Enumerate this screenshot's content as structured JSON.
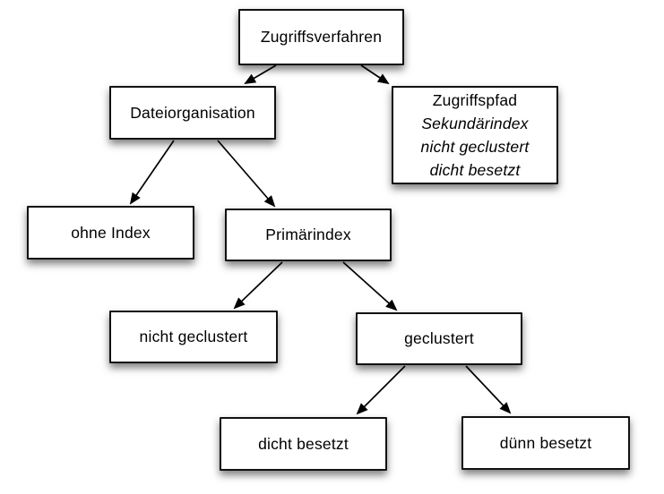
{
  "diagram": {
    "type": "tree",
    "language": "de",
    "nodes": {
      "zugriffsverfahren": {
        "label": "Zugriffsverfahren"
      },
      "dateiorganisation": {
        "label": "Dateiorganisation"
      },
      "zugriffspfad": {
        "line1": "Zugriffspfad",
        "line2": "Sekundärindex",
        "line3": "nicht geclustert",
        "line4": "dicht besetzt"
      },
      "ohne_index": {
        "label": "ohne Index"
      },
      "primaerindex": {
        "label": "Primärindex"
      },
      "nicht_geclustert": {
        "label": "nicht geclustert"
      },
      "geclustert": {
        "label": "geclustert"
      },
      "dicht_besetzt": {
        "label": "dicht besetzt"
      },
      "duenn_besetzt": {
        "label": "dünn besetzt"
      }
    },
    "edges": [
      {
        "from": "zugriffsverfahren",
        "to": "dateiorganisation"
      },
      {
        "from": "zugriffsverfahren",
        "to": "zugriffspfad"
      },
      {
        "from": "dateiorganisation",
        "to": "ohne_index"
      },
      {
        "from": "dateiorganisation",
        "to": "primaerindex"
      },
      {
        "from": "primaerindex",
        "to": "nicht_geclustert"
      },
      {
        "from": "primaerindex",
        "to": "geclustert"
      },
      {
        "from": "geclustert",
        "to": "dicht_besetzt"
      },
      {
        "from": "geclustert",
        "to": "duenn_besetzt"
      }
    ],
    "colors": {
      "background": "#ffffff",
      "node_fill": "#ffffff",
      "node_border": "#111111",
      "text": "#000000",
      "arrow": "#000000"
    }
  }
}
